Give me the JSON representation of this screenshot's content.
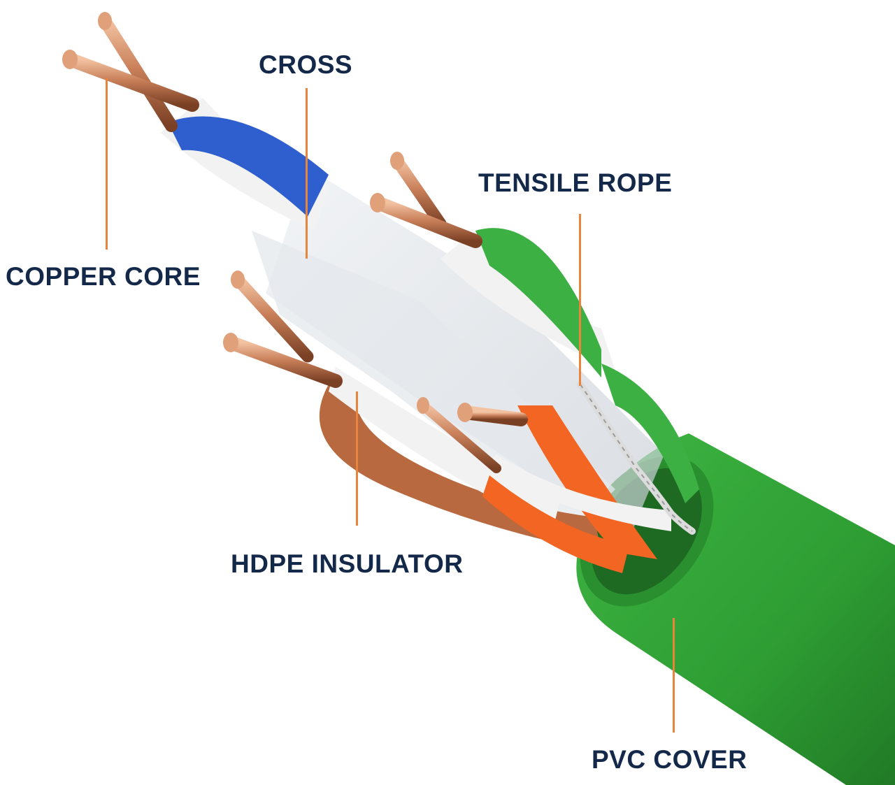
{
  "labels": {
    "copper_core": "COPPER CORE",
    "cross": "CROSS",
    "tensile_rope": "TENSILE ROPE",
    "hdpe_insulator": "HDPE INSULATOR",
    "pvc_cover": "PVC COVER"
  },
  "colors": {
    "label_text": "#14294a",
    "leader_line": "#e8843c",
    "pvc_jacket": "#2e9e33",
    "copper": "#c9805a",
    "blue_wire": "#2f5fcf",
    "orange_wire": "#f26522",
    "brown_wire": "#b8693f",
    "green_wire": "#3cb043",
    "white_wire": "#f2f2f2",
    "cross_separator": "#d8dde3"
  },
  "icons": {
    "illustration": "ethernet-cable-cutaway-illustration"
  }
}
